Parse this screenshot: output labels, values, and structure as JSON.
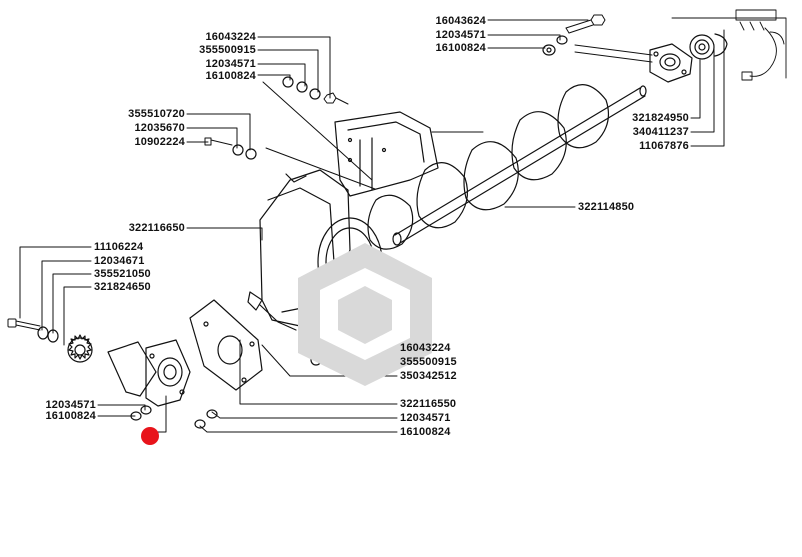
{
  "diagram": {
    "labels": {
      "a_16043224": "16043224",
      "a_355500915": "355500915",
      "a_12034571": "12034571",
      "a_16100824": "16100824",
      "b_16043624": "16043624",
      "b_12034571": "12034571",
      "b_16100824": "16100824",
      "c_355510720": "355510720",
      "c_12035670": "12035670",
      "c_10902224": "10902224",
      "d_321824950": "321824950",
      "d_340411237": "340411237",
      "d_11067876": "11067876",
      "e_322114850": "322114850",
      "f_322116650": "322116650",
      "g_11106224": "11106224",
      "g_12034671": "12034671",
      "g_355521050": "355521050",
      "g_321824650": "321824650",
      "h_16043224": "16043224",
      "h_355500915": "355500915",
      "h_350342512": "350342512",
      "h_322116550": "322116550",
      "h_12034571": "12034571",
      "h_16100824": "16100824",
      "i_12034571": "12034571",
      "i_16100824": "16100824"
    },
    "accent_color": "#e8141b",
    "watermark_color": "#d9d9d9"
  }
}
